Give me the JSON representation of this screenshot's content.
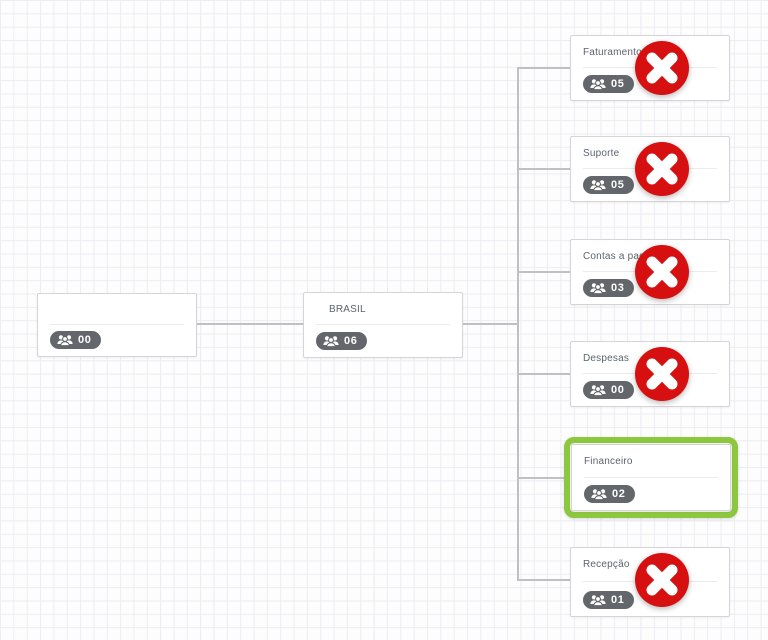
{
  "diagram": {
    "nodes": {
      "root": {
        "title": "",
        "count": "00"
      },
      "brasil": {
        "title": "BRASIL",
        "count": "06"
      },
      "faturamento": {
        "title": "Faturamento",
        "count": "05"
      },
      "suporte": {
        "title": "Suporte",
        "count": "05"
      },
      "contas": {
        "title": "Contas a pagar",
        "count": "03"
      },
      "despesas": {
        "title": "Despesas",
        "count": "00"
      },
      "financeiro": {
        "title": "Financeiro",
        "count": "02"
      },
      "recepcao": {
        "title": "Recepção",
        "count": "01"
      }
    },
    "colors": {
      "delete_red": "#d61010",
      "selection_green": "#8dc63f",
      "badge_gray": "#63666a",
      "connector_gray": "#bfc0c4"
    }
  }
}
